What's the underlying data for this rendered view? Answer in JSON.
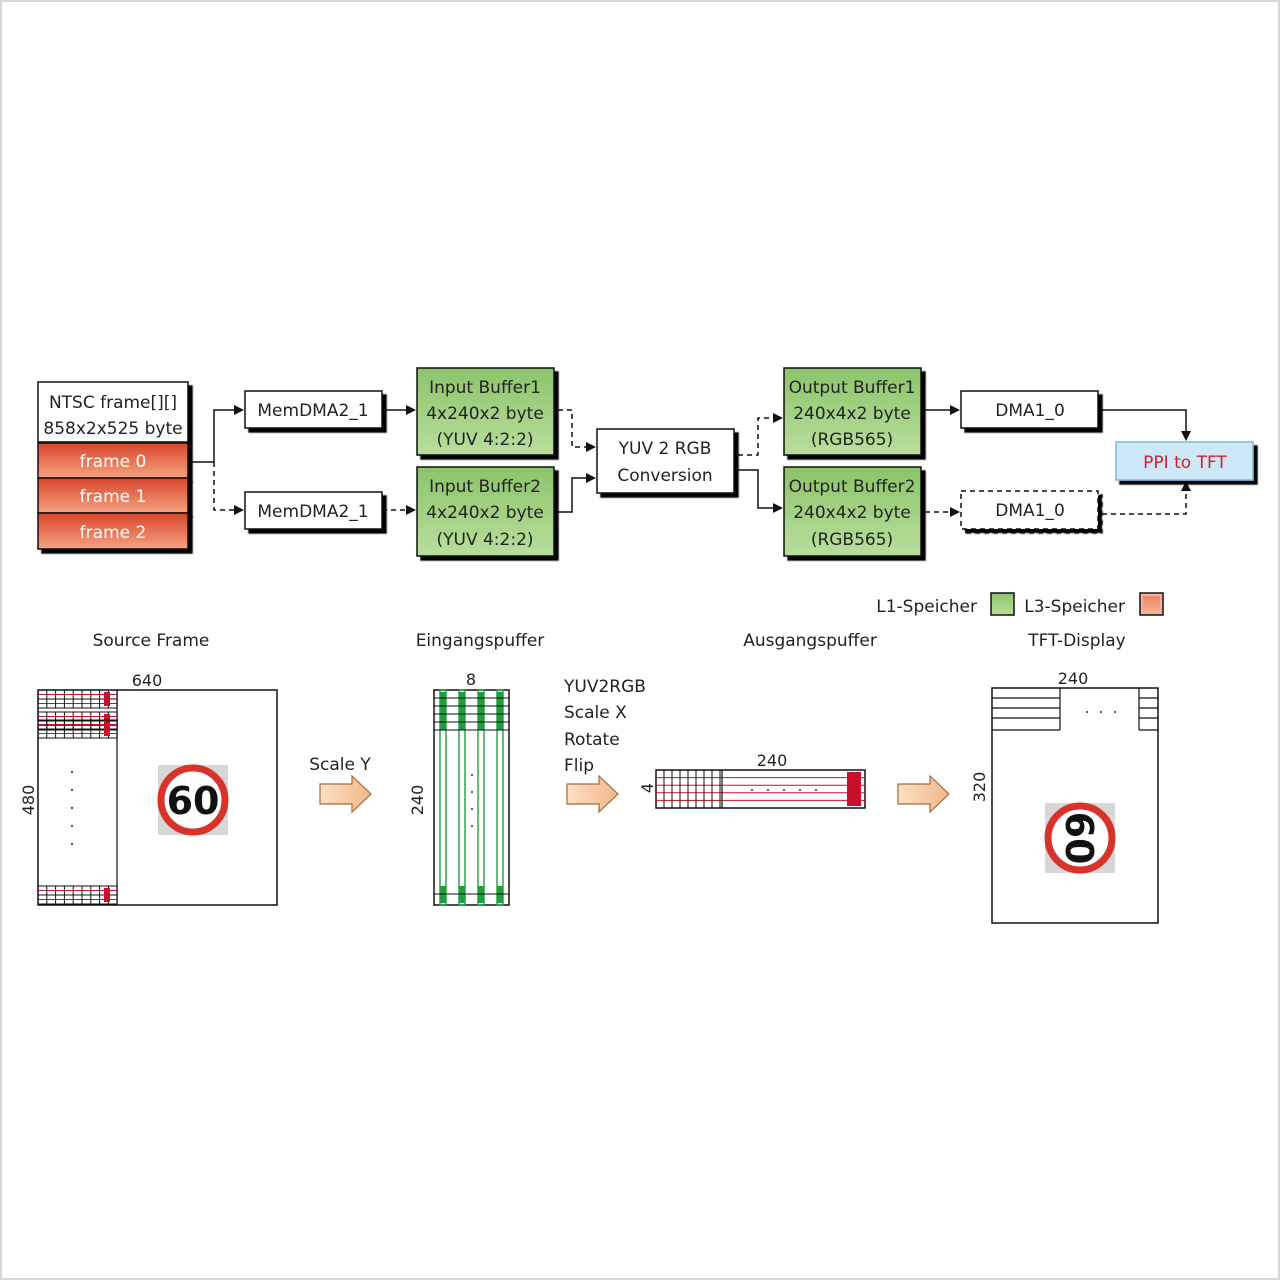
{
  "colors": {
    "l1_green": "#9ccf7d",
    "l3_orange": "#e8603e",
    "ppi_blue": "#cfe8f8",
    "ppi_text": "#d2202f",
    "grid_red": "#c8102e",
    "grid_green": "#1e9e3c"
  },
  "top_flow": {
    "ntsc": {
      "line1": "NTSC frame[][]",
      "line2": "858x2x525 byte",
      "frames": [
        "frame 0",
        "frame 1",
        "frame 2"
      ]
    },
    "memdma_top": "MemDMA2_1",
    "memdma_bottom": "MemDMA2_1",
    "input_buffer1": [
      "Input Buffer1",
      "4x240x2 byte",
      "(YUV 4:2:2)"
    ],
    "input_buffer2": [
      "Input Buffer2",
      "4x240x2 byte",
      "(YUV 4:2:2)"
    ],
    "yuv2rgb": [
      "YUV 2 RGB",
      "Conversion"
    ],
    "output_buffer1": [
      "Output Buffer1",
      "240x4x2 byte",
      "(RGB565)"
    ],
    "output_buffer2": [
      "Output Buffer2",
      "240x4x2 byte",
      "(RGB565)"
    ],
    "dma_top": "DMA1_0",
    "dma_bottom": "DMA1_0",
    "ppi": "PPI to TFT"
  },
  "legend": {
    "l1": "L1-Speicher",
    "l3": "L3-Speicher"
  },
  "stages": {
    "source": {
      "title": "Source Frame",
      "width": "640",
      "height": "480"
    },
    "input": {
      "title": "Eingangspuffer",
      "width": "8",
      "height": "240"
    },
    "output": {
      "title": "Ausgangspuffer",
      "width": "240",
      "height": "4"
    },
    "tft": {
      "title": "TFT-Display",
      "width": "240",
      "height": "320"
    }
  },
  "steps": {
    "scale_y": "Scale Y",
    "ops": [
      "YUV2RGB",
      "Scale X",
      "Rotate",
      "Flip"
    ]
  },
  "sign_value": "60"
}
